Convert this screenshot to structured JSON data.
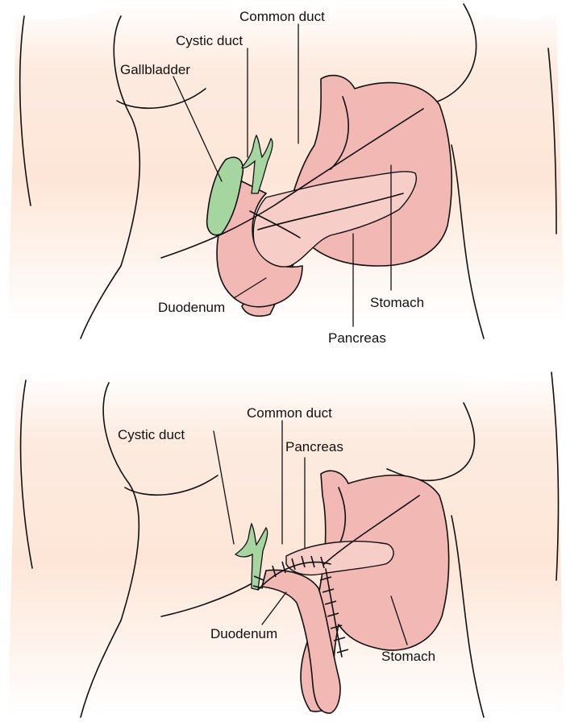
{
  "colors": {
    "organ": "#f2b8b4",
    "organ_light": "#f7cdc8",
    "gallbladder": "#a6d6a0",
    "skin": "#fde9dc",
    "outline": "#111111"
  },
  "top_panel": {
    "labels": {
      "common_duct": "Common duct",
      "cystic_duct": "Cystic duct",
      "gallbladder": "Gallbladder",
      "duodenum": "Duodenum",
      "stomach": "Stomach",
      "pancreas": "Pancreas"
    }
  },
  "bottom_panel": {
    "labels": {
      "common_duct": "Common duct",
      "cystic_duct": "Cystic duct",
      "pancreas": "Pancreas",
      "duodenum": "Duodenum",
      "stomach": "Stomach"
    }
  }
}
